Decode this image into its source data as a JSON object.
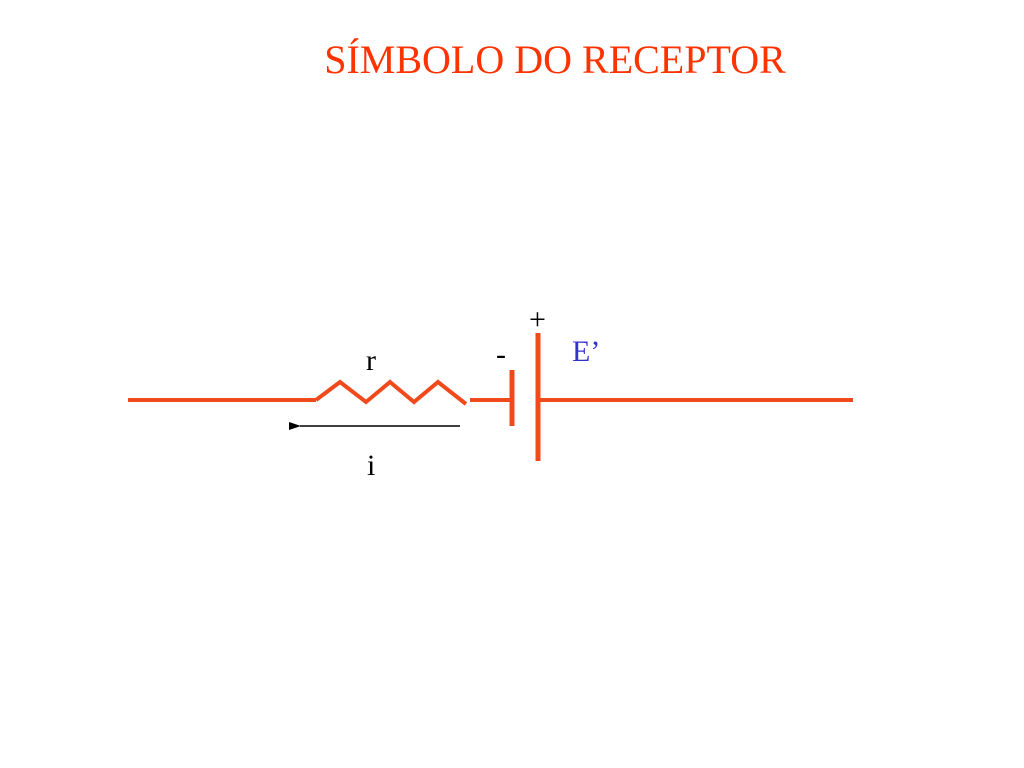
{
  "title": "SÍMBOLO DO RECEPTOR",
  "labels": {
    "resistance": "r",
    "current": "i",
    "negative": "-",
    "positive": "+",
    "emf": "E’"
  },
  "colors": {
    "title": "#ff3300",
    "wire": "#f04a1c",
    "arrow": "#000000",
    "emf_label": "#3333cc",
    "text": "#000000"
  }
}
